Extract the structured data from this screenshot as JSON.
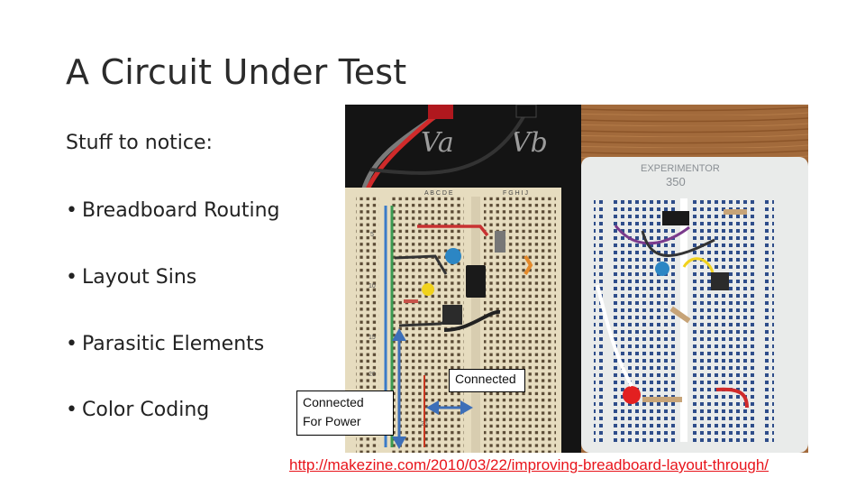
{
  "slide": {
    "title": "A Circuit Under Test",
    "subhead": "Stuff to notice:",
    "bullets": [
      "Breadboard Routing",
      "Layout Sins",
      "Parasitic Elements",
      "Color Coding"
    ],
    "bullet_glyph": "•"
  },
  "photo": {
    "labels": {
      "va": "Va",
      "vb": "Vb",
      "board_brand": "EXPERIMENTOR",
      "board_model": "350",
      "col_letters_left": "A B C D E",
      "col_letters_right": "F G H I J"
    },
    "row_numbers": [
      "5",
      "10",
      "15",
      "20",
      "25"
    ],
    "colors": {
      "table_wood": "#a26a3b",
      "black_base": "#141414",
      "board_left": "#e6dcbf",
      "board_right": "#e9ebea",
      "hole_right": "#2e4d8a",
      "wire_red": "#d02a2a",
      "led_red": "#e32020",
      "led_yellow": "#f1d21c"
    }
  },
  "callouts": {
    "connected": "Connected",
    "connected_power": [
      "Connected",
      "For Power"
    ]
  },
  "source_url": "http://makezine.com/2010/03/22/improving-breadboard-layout-through/"
}
